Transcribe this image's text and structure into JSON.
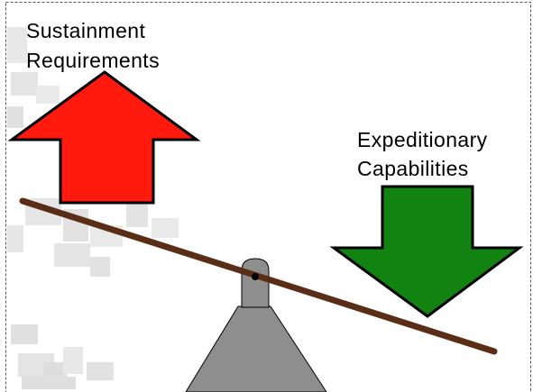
{
  "diagram": {
    "left_label": {
      "line1": "Sustainment",
      "line2": "Requirements"
    },
    "right_label": {
      "line1": "Expeditionary",
      "line2": "Capabilities"
    },
    "colors": {
      "up_arrow_fill": "#ff1a0d",
      "down_arrow_fill": "#128211",
      "beam": "#5a2d16",
      "pivot": "#8e8e8e",
      "outline": "#000000",
      "border_dash": "#555555",
      "background_camo": "#c9c9c9"
    },
    "icons": {
      "up_arrow": "up-arrow-icon",
      "down_arrow": "down-arrow-icon",
      "balance": "seesaw-icon"
    }
  }
}
